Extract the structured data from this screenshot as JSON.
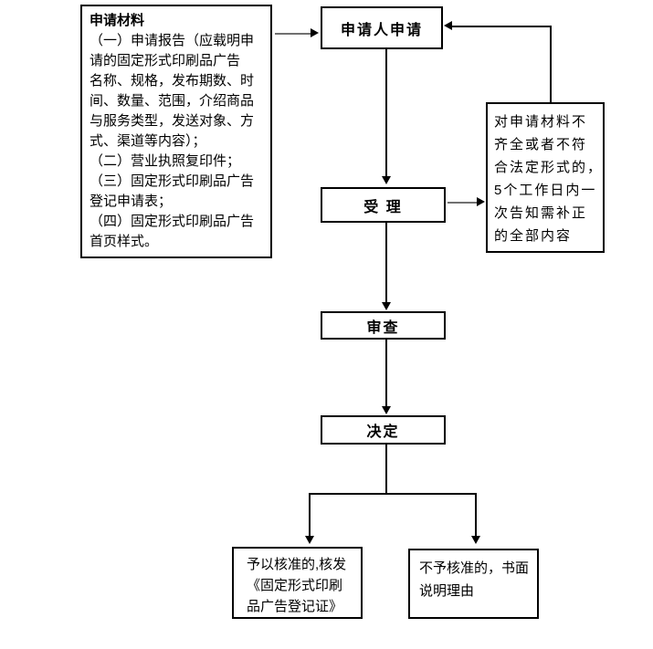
{
  "flowchart": {
    "materials": {
      "title": "申请材料",
      "lines": [
        "（一）申请报告（应载明申",
        "请的固定形式印刷品广告",
        "名称、规格，发布期数、时",
        "间、数量、范围，介绍商品",
        "与服务类型，发送对象、方",
        "式、渠道等内容）；",
        "（二）营业执照复印件；",
        "（三）固定形式印刷品广告",
        "登记申请表；",
        "（四）固定形式印刷品广告",
        "首页样式。"
      ]
    },
    "apply": {
      "label": "申请人申请"
    },
    "accept": {
      "label": "受 理"
    },
    "review": {
      "label": "审查"
    },
    "decide": {
      "label": "决定"
    },
    "supplement": {
      "lines": [
        "对申请材料不",
        "齐全或者不符",
        "合法定形式的，",
        "5个工作日内一",
        "次告知需补正",
        "的全部内容"
      ]
    },
    "approve": {
      "lines": [
        "予以核准的,核发",
        "《固定形式印刷",
        "品广告登记证》"
      ]
    },
    "reject": {
      "lines": [
        "不予核准的，书面",
        "说明理由"
      ]
    },
    "colors": {
      "border": "#000000",
      "line": "#000000",
      "gray_line": "#707070",
      "text": "#000000",
      "background": "#ffffff"
    }
  }
}
